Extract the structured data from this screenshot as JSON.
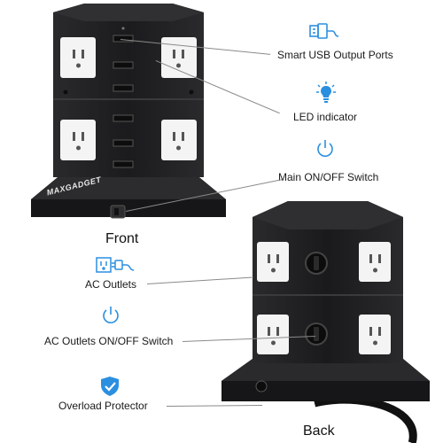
{
  "brand": "MAXGADGET",
  "labels": {
    "usb": "Smart USB Output Ports",
    "led": "LED indicator",
    "main_switch": "Main ON/OFF Switch",
    "ac_outlets": "AC Outlets",
    "ac_switch": "AC Outlets ON/OFF Switch",
    "overload": "Overload Protector"
  },
  "views": {
    "front": "Front",
    "back": "Back"
  },
  "icons": {
    "usb": "usb-plug-icon",
    "led": "light-bulb-icon",
    "power": "power-icon",
    "outlet": "ac-outlet-icon",
    "shield": "shield-check-icon"
  },
  "colors": {
    "accent_blue": "#2b8fe0",
    "tower_black": "#1c1c1e",
    "outlet_white": "#f4f4f4"
  }
}
